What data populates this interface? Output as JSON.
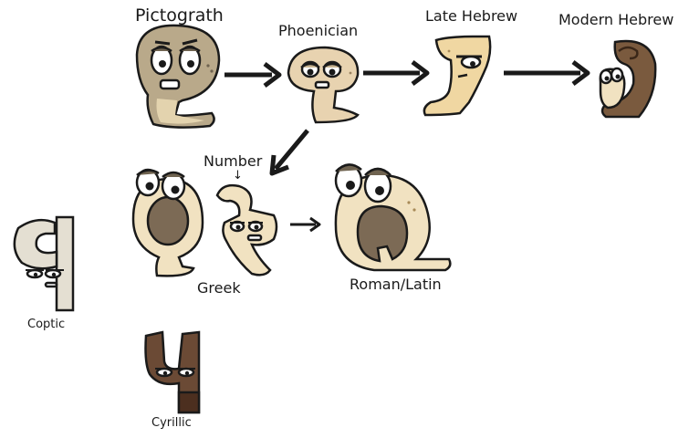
{
  "labels": {
    "pictograph": "Pictograth",
    "phoenician": "Phoenician",
    "late_hebrew": "Late Hebrew",
    "modern_hebrew": "Modern Hebrew",
    "number": "Number",
    "number_arrow": "↓",
    "greek": "Greek",
    "roman_latin": "Roman/Latin",
    "coptic": "Coptic",
    "cyrillic": "Cyrillic"
  },
  "colors": {
    "outline": "#1a1a1a",
    "pictograph_body": "#b9a98a",
    "pictograph_belly": "#e3d3ae",
    "phoenician_body": "#e8d3b0",
    "late_hebrew_body": "#f0d7a2",
    "modern_hebrew_shell": "#7a5a3e",
    "cream": "#f1e2c1",
    "snail_hole": "#7c6a55",
    "coptic_body": "#e4dfd2",
    "cyrillic_body": "#6b4a35",
    "cyrillic_band": "#4c2f1f",
    "eye_white": "#ffffff",
    "pupil": "#1a1a1a",
    "eyelid": "#6f6350"
  },
  "icons": [
    "arrow-right-icon",
    "arrow-down-left-icon"
  ]
}
